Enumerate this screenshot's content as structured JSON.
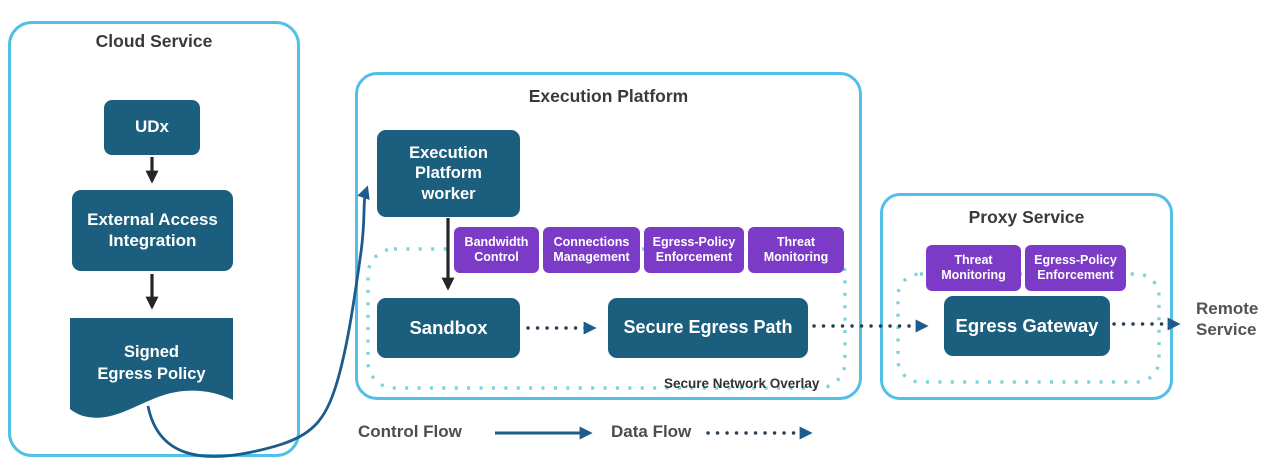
{
  "colors": {
    "node": "#1B5E7E",
    "badge": "#7C3BC6",
    "frame": "#52BFE6",
    "overlay": "#7FD4DA",
    "control_flow": "#1C5C8C",
    "data_dots": "#2B3D50",
    "black_arrow": "#262626",
    "title_text": "#3A3A3A",
    "gray_text": "#535353"
  },
  "cloud": {
    "title": "Cloud Service",
    "udx": "UDx",
    "integration": "External Access\nIntegration",
    "policy": "Signed\nEgress Policy"
  },
  "platform": {
    "title": "Execution Platform",
    "worker": "Execution\nPlatform\nworker",
    "badges": [
      "Bandwidth\nControl",
      "Connections\nManagement",
      "Egress-Policy\nEnforcement",
      "Threat\nMonitoring"
    ],
    "sandbox": "Sandbox",
    "egress_path": "Secure Egress Path",
    "overlay_label": "Secure Network Overlay"
  },
  "proxy": {
    "title": "Proxy Service",
    "badges": [
      "Threat\nMonitoring",
      "Egress-Policy\nEnforcement"
    ],
    "gateway": "Egress Gateway"
  },
  "remote": "Remote\nService",
  "legend": {
    "control": "Control Flow",
    "data": "Data Flow"
  }
}
